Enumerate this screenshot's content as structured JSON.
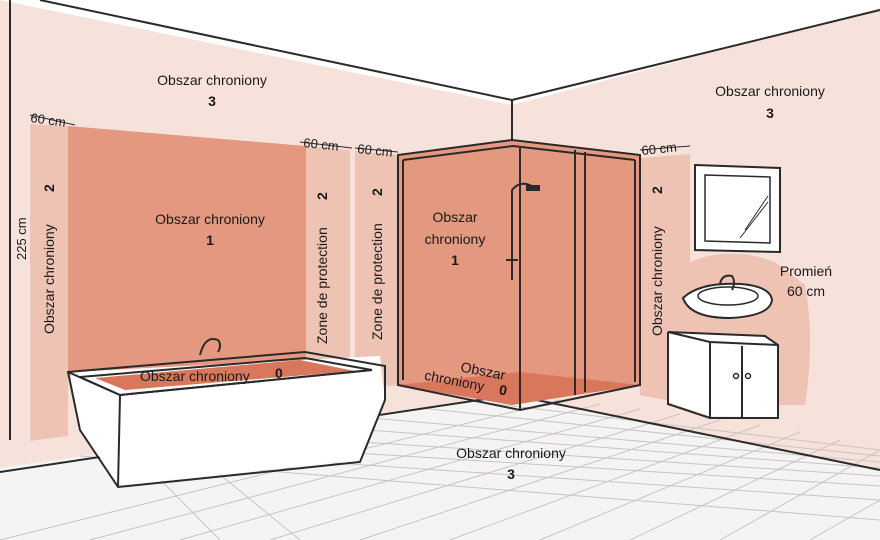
{
  "zone_labels": {
    "zone3_left_wall": "Obszar chroniony",
    "zone3_left_wall_num": "3",
    "zone3_right_wall": "Obszar chroniony",
    "zone3_right_wall_num": "3",
    "zone3_floor": "Obszar chroniony",
    "zone3_floor_num": "3",
    "zone1_wall": "Obszar chroniony",
    "zone1_wall_num": "1",
    "zone1_shower_line1": "Obszar",
    "zone1_shower_line2": "chroniony",
    "zone1_shower_num": "1",
    "zone0_bath": "Obszar chroniony",
    "zone0_bath_num": "0",
    "zone0_shower_line1": "Obszar",
    "zone0_shower_line2": "chroniony",
    "zone0_shower_num": "0",
    "zone2_left_vertical": "Obszar chroniony",
    "zone2_left_vertical_num": "2",
    "zone2_mid_vertical": "Zone de protection",
    "zone2_mid_vertical_num": "2",
    "zone2_shower_vertical": "Zone de protection",
    "zone2_shower_vertical_num": "2",
    "zone2_right_vertical": "Obszar chroniony",
    "zone2_right_vertical_num": "2"
  },
  "dimensions": {
    "height": "225 cm",
    "left_60": "60 cm",
    "mid_60_a": "60 cm",
    "mid_60_b": "60 cm",
    "right_60": "60 cm",
    "radius_line1": "Promień",
    "radius_line2": "60 cm"
  },
  "colors": {
    "zone3": "#f7e2db",
    "zone2": "#efc3b4",
    "zone1": "#e3987f",
    "zone0": "#d9775c",
    "floor": "#f6f3f3"
  }
}
